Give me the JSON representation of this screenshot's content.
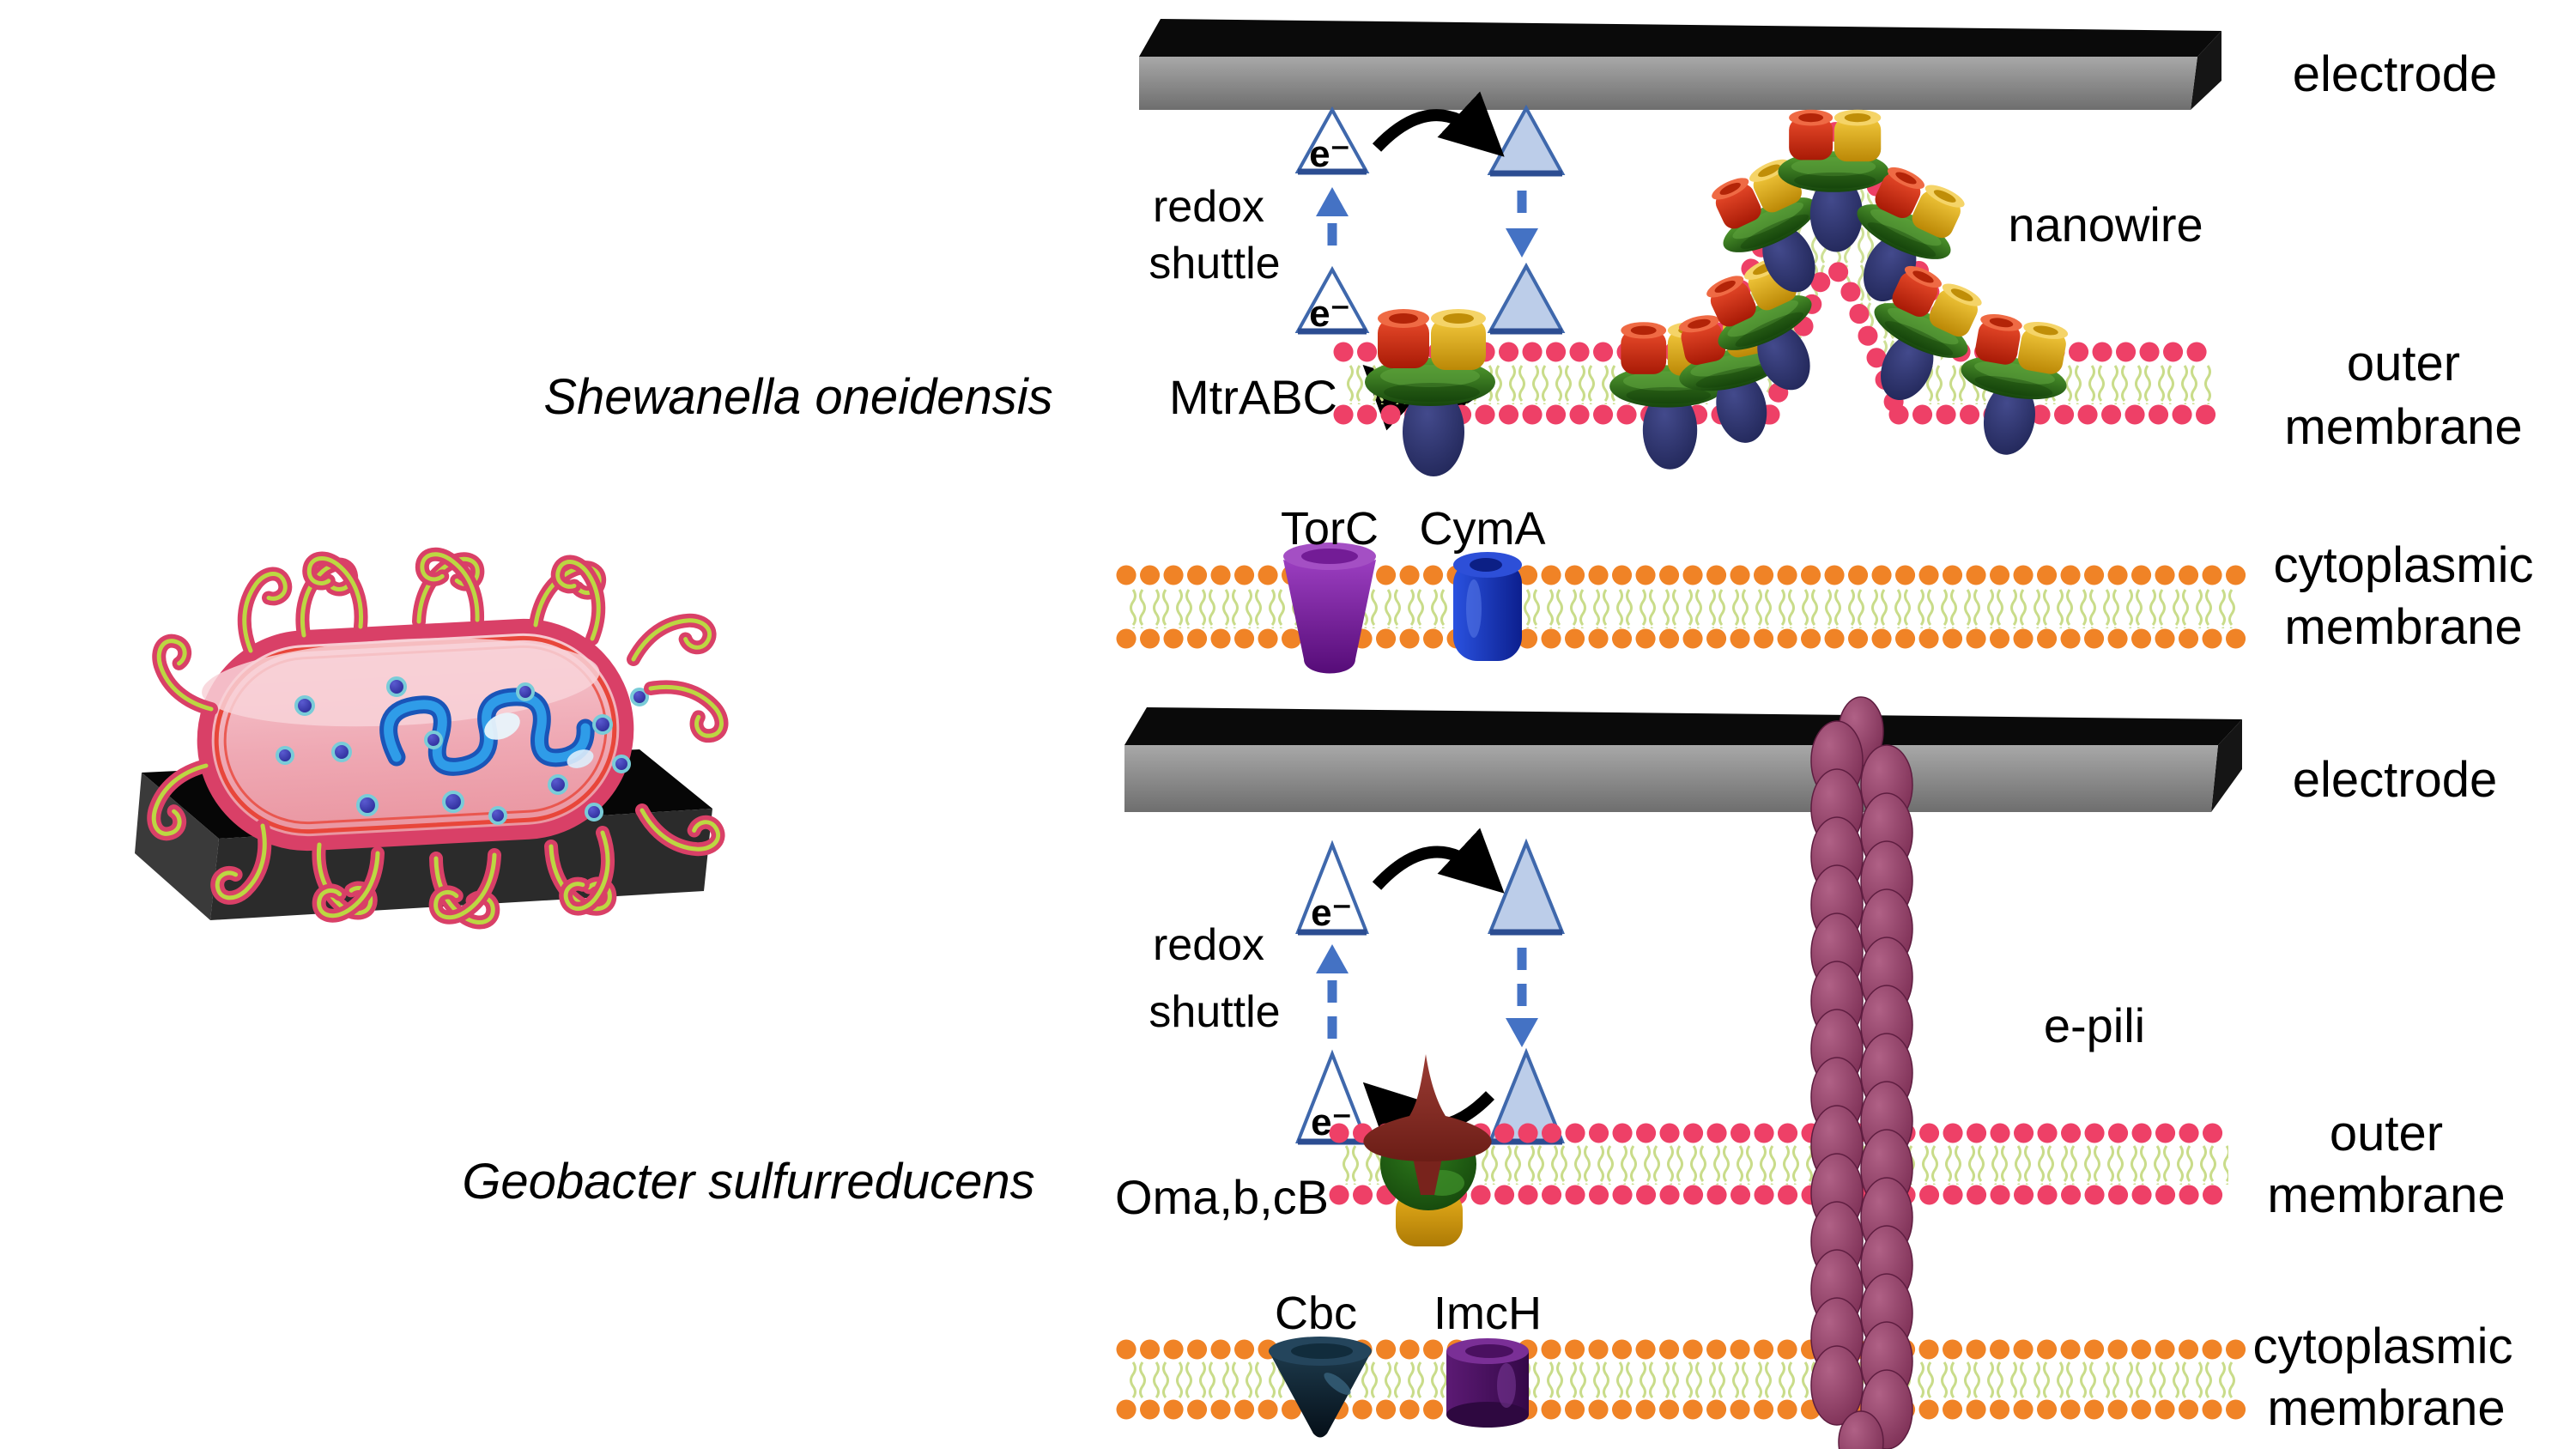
{
  "figure": {
    "description_not_rendered": "",
    "eminus": "e⁻"
  },
  "labels": {
    "shew": {
      "species": "Shewanella oneidensis",
      "electrode": "electrode",
      "redox": "redox",
      "shuttle": "shuttle",
      "mtrabc": "MtrABC",
      "nanowire": "nanowire",
      "outer1": "outer",
      "outer2": "membrane",
      "torc": "TorC",
      "cyma": "CymA",
      "cyto1": "cytoplasmic",
      "cyto2": "membrane"
    },
    "geo": {
      "species": "Geobacter sulfurreducens",
      "electrode": "electrode",
      "redox": "redox",
      "shuttle": "shuttle",
      "epili": "e-pili",
      "oma": "Oma,b,cB",
      "outer1": "outer",
      "outer2": "membrane",
      "cbc": "Cbc",
      "imch": "ImcH",
      "cyto1": "cytoplasmic",
      "cyto2": "membrane"
    }
  },
  "colors": {
    "electrode_front": "#8f8f8f",
    "electrode_top": "#0a0a0a",
    "membrane_head_pink": "#ee4067",
    "membrane_head_orange": "#f08326",
    "lipid_tail_green": "#c9dc8a",
    "torus_green": "#2e6b1e",
    "barrel_red": "#c92d12",
    "barrel_yellow": "#dda312",
    "oval_navy": "#2b3070",
    "torc_purple": "#7b1fa0",
    "cyma_blue": "#1738c8",
    "oma_maroon": "#8c2f28",
    "oma_green": "#1f5c14",
    "oma_gold": "#cf9410",
    "epili_magenta": "#8b3060",
    "cbc_dark": "#132631",
    "imch_purple": "#4a0e5e",
    "triangle_fill": "#bccde9",
    "triangle_stroke": "#3f68ac",
    "arrow_blue": "#4472c4",
    "cell_outline_crimson": "#d94067",
    "cell_fill_pink": "#f3b3bd",
    "pilus_core_green": "#bcd742",
    "nucleoid_blue": "#2f9ce8"
  }
}
